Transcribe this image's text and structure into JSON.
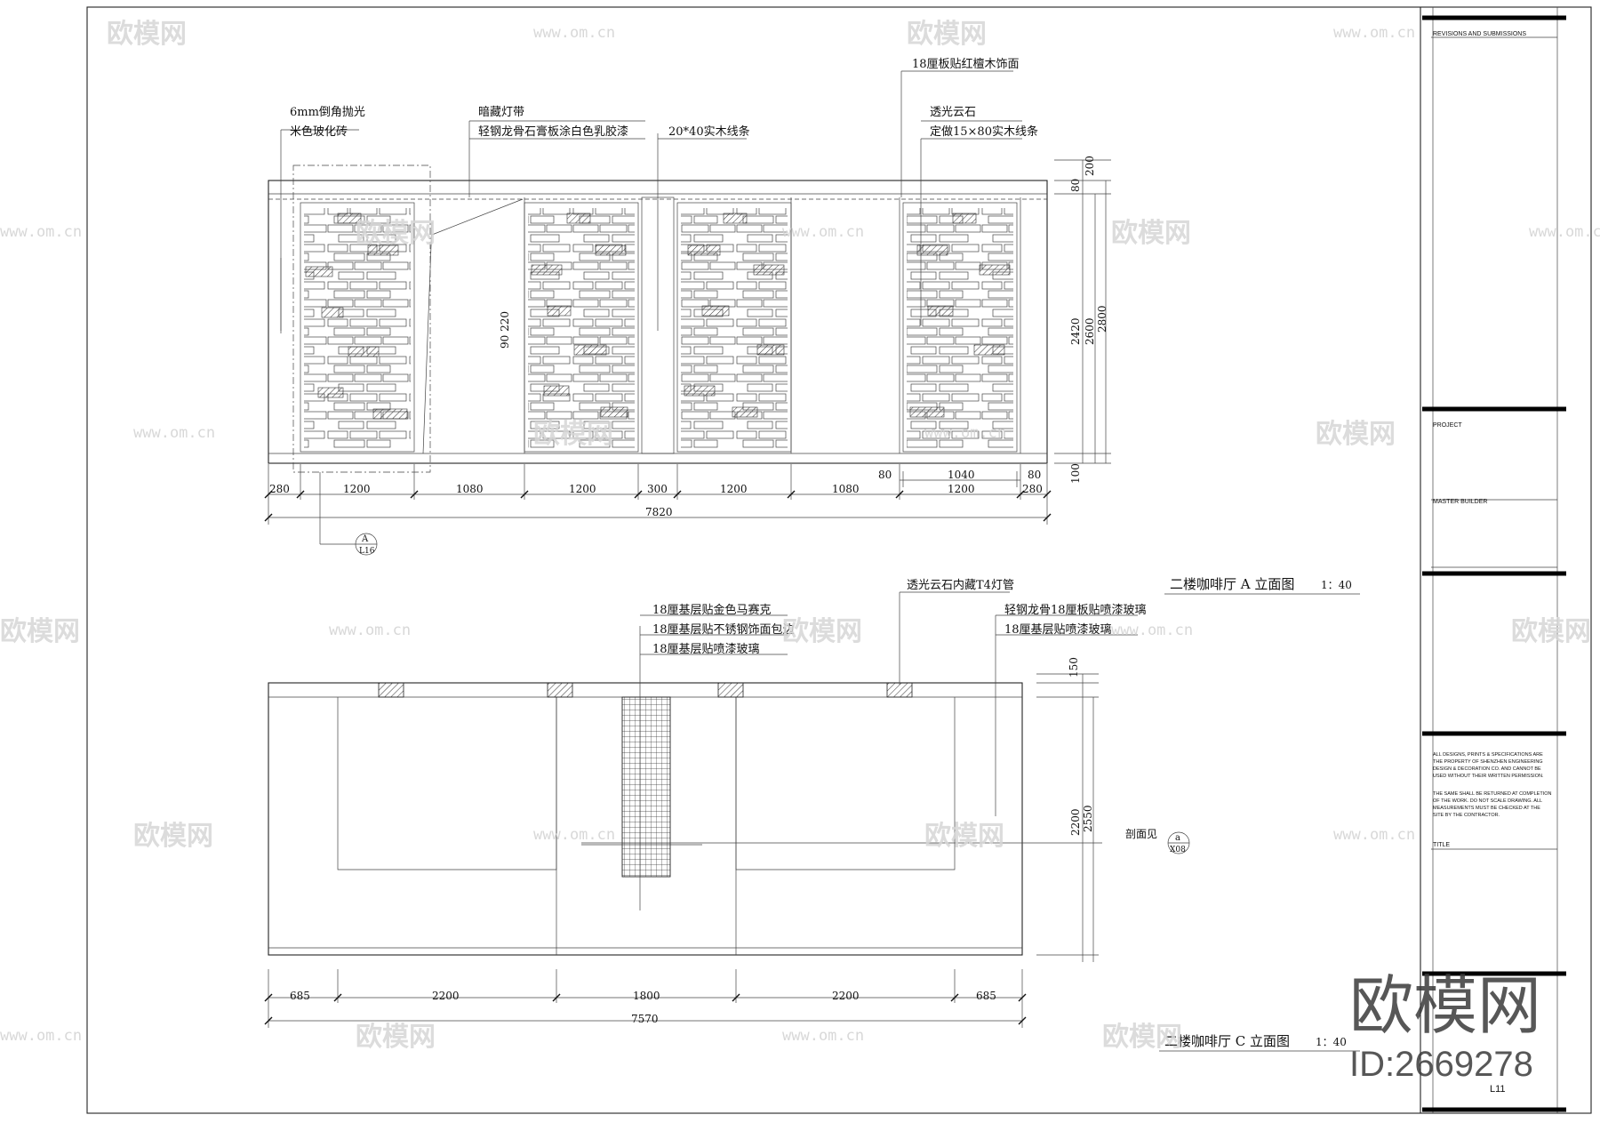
{
  "elevation_a": {
    "title": "二楼咖啡厅 A 立面图",
    "scale": "1：40",
    "labels": {
      "l1": "6mm倒角抛光",
      "l2": "米色玻化砖",
      "l3": "暗藏灯带",
      "l4": "轻钢龙骨石膏板涂白色乳胶漆",
      "l5": "20*40实木线条",
      "l6": "18厘板贴红檀木饰面",
      "l7": "透光云石",
      "l8": "定做15×80实木线条",
      "l9": "90 220"
    },
    "dims_bottom": [
      "280",
      "1200",
      "1080",
      "1200",
      "300",
      "1200",
      "1080",
      "1200",
      "280"
    ],
    "dims_top_right": [
      "80",
      "1040",
      "80"
    ],
    "dims_total": "7820",
    "dims_right": [
      "200",
      "80",
      "2420",
      "2600",
      "2800",
      "100"
    ],
    "callout": {
      "top": "A",
      "bottom": "L16"
    }
  },
  "elevation_c": {
    "title": "二楼咖啡厅 C 立面图",
    "scale": "1：40",
    "labels": {
      "l1": "18厘基层贴金色马赛克",
      "l2": "18厘基层贴不锈钢饰面包边",
      "l3": "18厘基层贴喷漆玻璃",
      "l4": "透光云石内藏T4灯管",
      "l5": "轻钢龙骨18厘板贴喷漆玻璃",
      "l6": "18厘基层贴喷漆玻璃",
      "section": "剖面见"
    },
    "dims_bottom": [
      "685",
      "2200",
      "1800",
      "2200",
      "685"
    ],
    "dims_total": "7570",
    "dims_right": [
      "150",
      "2550",
      "2200"
    ],
    "callout": {
      "top": "a",
      "bottom": "X08"
    }
  },
  "title_block": {
    "revisions": "REVISIONS AND SUBMISSIONS",
    "project": "PROJECT",
    "master_builder": "MASTER BUILDER",
    "note": [
      "ALL DESIGNS, PRINTS & SPECIFICATIONS ARE",
      "THE PROPERTY OF SHENZHEN ENGINEERING",
      "DESIGN & DECORATION CO. AND CANNOT BE",
      "USED WITHOUT THEIR WRITTEN PERMISSION.",
      "THE SAME SHALL BE RETURNED AT COMPLETION",
      "OF THE WORK. DO NOT SCALE DRAWING. ALL",
      "MEASUREMENTS MUST BE CHECKED AT THE",
      "SITE BY THE CONTRACTOR."
    ],
    "title": "TITLE",
    "sheet_no": "L11"
  },
  "watermark": {
    "brand": "欧模网",
    "url": "www.om.cn",
    "big": "欧模网",
    "id": "ID:2669278"
  }
}
